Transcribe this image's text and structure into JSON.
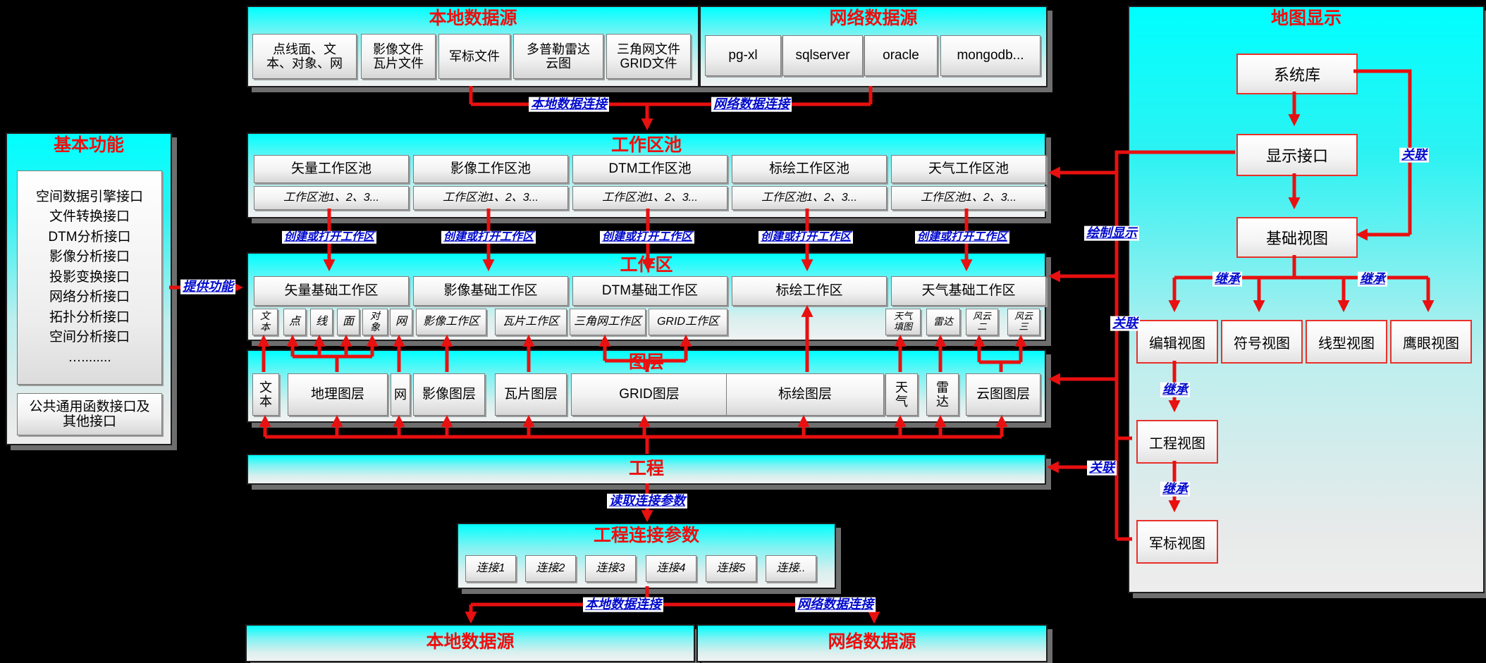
{
  "colors": {
    "accent_red": "#ee0f0f",
    "arrow_red": "#e81010",
    "label_blue": "#0009cc",
    "panel_cyan": "#00ffff"
  },
  "local_source_top": {
    "title": "本地数据源",
    "items": [
      "点线面、文\n本、对象、网",
      "影像文件\n瓦片文件",
      "军标文件",
      "多普勒雷达\n云图",
      "三角网文件\nGRID文件"
    ]
  },
  "network_source_top": {
    "title": "网络数据源",
    "items": [
      "pg-xl",
      "sqlserver",
      "oracle",
      "mongodb..."
    ]
  },
  "basic_functions": {
    "title": "基本功能",
    "interfaces": "空间数据引擎接口\n文件转换接口\nDTM分析接口\n影像分析接口\n投影变换接口\n网络分析接口\n拓扑分析接口\n空间分析接口\n…........",
    "common": "公共通用函数接口及\n其他接口"
  },
  "pool": {
    "title": "工作区池",
    "columns": [
      "矢量工作区池",
      "影像工作区池",
      "DTM工作区池",
      "标绘工作区池",
      "天气工作区池"
    ],
    "sub": "工作区池1、2、3..."
  },
  "workzone": {
    "title": "工作区",
    "columns": [
      "矢量基础工作区",
      "影像基础工作区",
      "DTM基础工作区",
      "标绘工作区",
      "天气基础工作区"
    ],
    "sub": [
      "文\n本",
      "点",
      "线",
      "面",
      "对\n象",
      "网",
      "影像工作区",
      "瓦片工作区",
      "三角网工作区",
      "GRID工作区",
      "天气\n填图",
      "雷达",
      "风云\n二",
      "风云\n三"
    ]
  },
  "layers": {
    "title": "图层",
    "items": [
      "文\n本",
      "地理图层",
      "网",
      "影像图层",
      "瓦片图层",
      "GRID图层",
      "标绘图层",
      "天\n气",
      "雷\n达",
      "云图图层"
    ]
  },
  "project": {
    "title": "工程"
  },
  "project_conn": {
    "title": "工程连接参数",
    "items": [
      "连接1",
      "连接2",
      "连接3",
      "连接4",
      "连接5",
      "连接.."
    ]
  },
  "bottom_sources": {
    "local": "本地数据源",
    "network": "网络数据源"
  },
  "map_display": {
    "title": "地图显示",
    "system_lib": "系统库",
    "display_iface": "显示接口",
    "base_view": "基础视图",
    "edit_view": "编辑视图",
    "symbol_view": "符号视图",
    "line_view": "线型视图",
    "eagle_view": "鹰眼视图",
    "project_view": "工程视图",
    "military_view": "军标视图"
  },
  "edge_labels": {
    "local_conn": "本地数据连接",
    "net_conn": "网络数据连接",
    "create_open": "创建或打开工作区",
    "provide": "提供功能",
    "draw_display": "绘制显示",
    "assoc": "关联",
    "inherit": "继承",
    "read_conn": "读取连接参数"
  }
}
